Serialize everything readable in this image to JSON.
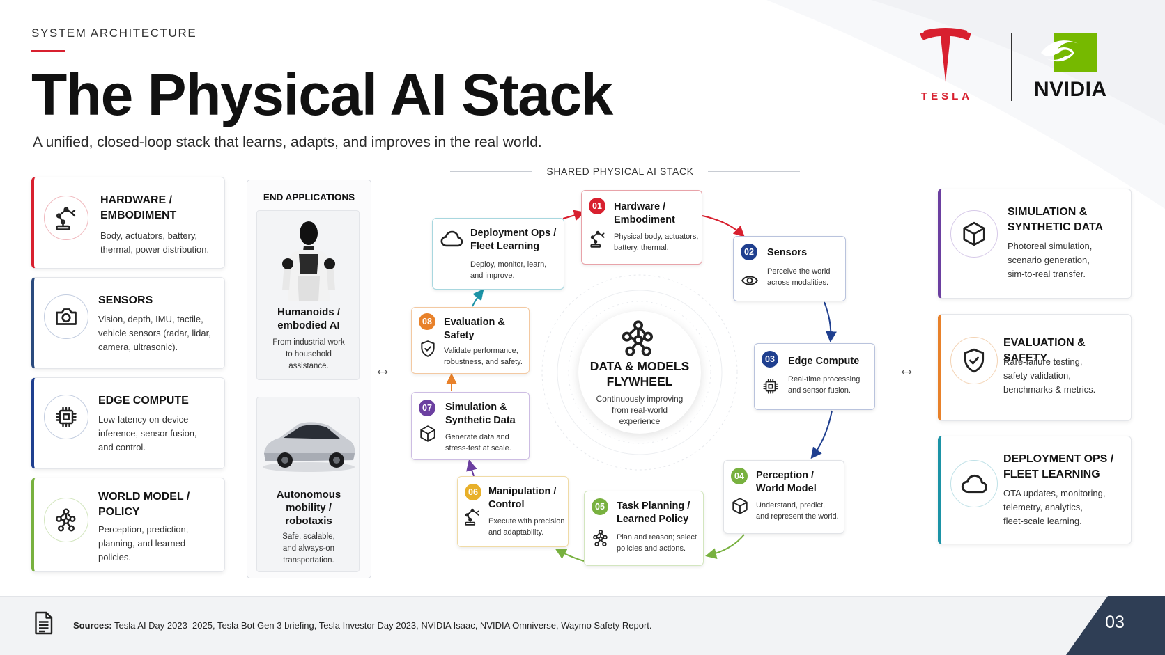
{
  "header": {
    "eyebrow": "SYSTEM ARCHITECTURE",
    "title": "The Physical AI Stack",
    "subtitle": "A unified, closed-loop stack that learns, adapts, and improves in the real world."
  },
  "logos": {
    "tesla": "TESLA",
    "nvidia": "NVIDIA"
  },
  "colors": {
    "red": "#d8202f",
    "navy": "#2b4b7e",
    "blue": "#1f3f8f",
    "green": "#78b13f",
    "orange": "#e8812a",
    "purple": "#6b3fa0",
    "teal": "#1b93a6",
    "nvidia_green": "#76b900"
  },
  "left_cards": [
    {
      "title": "HARDWARE / EMBODIMENT",
      "title_lines": [
        "HARDWARE /",
        "EMBODIMENT"
      ],
      "desc_lines": [
        "Body, actuators, battery,",
        "thermal, power distribution."
      ],
      "icon": "robot-arm-icon"
    },
    {
      "title": "SENSORS",
      "title_lines": [
        "SENSORS"
      ],
      "desc_lines": [
        "Vision, depth, IMU, tactile,",
        "vehicle sensors (radar, lidar,",
        "camera, ultrasonic)."
      ],
      "icon": "camera-icon"
    },
    {
      "title": "EDGE COMPUTE",
      "title_lines": [
        "EDGE COMPUTE"
      ],
      "desc_lines": [
        "Low-latency on-device",
        "inference, sensor fusion,",
        "and control."
      ],
      "icon": "chip-icon"
    },
    {
      "title": "WORLD MODEL / POLICY",
      "title_lines": [
        "WORLD MODEL /",
        "POLICY"
      ],
      "desc_lines": [
        "Perception, prediction,",
        "planning, and learned",
        "policies."
      ],
      "icon": "network-icon"
    }
  ],
  "end_apps": {
    "title": "END APPLICATIONS",
    "items": [
      {
        "title_lines": [
          "Humanoids /",
          "embodied AI"
        ],
        "desc_lines": [
          "From industrial work",
          "to household",
          "assistance."
        ],
        "image": "humanoid-robot"
      },
      {
        "title_lines": [
          "Autonomous",
          "mobility /",
          "robotaxis"
        ],
        "desc_lines": [
          "Safe, scalable,",
          "and always-on",
          "transportation."
        ],
        "image": "robotaxi-car"
      }
    ]
  },
  "flywheel": {
    "label": "SHARED PHYSICAL AI STACK",
    "center": {
      "title_lines": [
        "DATA & MODELS",
        "FLYWHEEL"
      ],
      "desc_lines": [
        "Continuously improving",
        "from real-world",
        "experience"
      ],
      "icon": "network-icon"
    },
    "nodes": [
      {
        "num": "01",
        "title_lines": [
          "Hardware /",
          "Embodiment"
        ],
        "desc_lines": [
          "Physical body, actuators,",
          "battery, thermal."
        ],
        "icon": "robot-arm-icon"
      },
      {
        "num": "02",
        "title_lines": [
          "Sensors"
        ],
        "desc_lines": [
          "Perceive the world",
          "across modalities."
        ],
        "icon": "eye-icon"
      },
      {
        "num": "03",
        "title_lines": [
          "Edge Compute"
        ],
        "desc_lines": [
          "Real-time processing",
          "and sensor fusion."
        ],
        "icon": "chip-icon"
      },
      {
        "num": "04",
        "title_lines": [
          "Perception /",
          "World Model"
        ],
        "desc_lines": [
          "Understand, predict,",
          "and represent the world."
        ],
        "icon": "cube-icon"
      },
      {
        "num": "05",
        "title_lines": [
          "Task Planning /",
          "Learned Policy"
        ],
        "desc_lines": [
          "Plan and reason; select",
          "policies and actions."
        ],
        "icon": "network-icon"
      },
      {
        "num": "06",
        "title_lines": [
          "Manipulation /",
          "Control"
        ],
        "desc_lines": [
          "Execute with precision",
          "and adaptability."
        ],
        "icon": "robot-arm-icon"
      },
      {
        "num": "07",
        "title_lines": [
          "Simulation &",
          "Synthetic Data"
        ],
        "desc_lines": [
          "Generate data and",
          "stress-test at scale."
        ],
        "icon": "cube-icon"
      },
      {
        "num": "08",
        "title_lines": [
          "Evaluation &",
          "Safety"
        ],
        "desc_lines": [
          "Validate performance,",
          "robustness, and safety."
        ],
        "icon": "shield-icon"
      },
      {
        "num": "",
        "title_lines": [
          "Deployment Ops /",
          "Fleet Learning"
        ],
        "desc_lines": [
          "Deploy, monitor, learn,",
          "and improve."
        ],
        "icon": "cloud-icon"
      }
    ]
  },
  "right_cards": [
    {
      "title_lines": [
        "SIMULATION &",
        "SYNTHETIC DATA"
      ],
      "desc_lines": [
        "Photoreal simulation,",
        "scenario generation,",
        "sim-to-real transfer."
      ],
      "icon": "cube-icon"
    },
    {
      "title_lines": [
        "EVALUATION & SAFETY"
      ],
      "desc_lines": [
        "Rare-failure testing,",
        "safety validation,",
        "benchmarks & metrics."
      ],
      "icon": "shield-icon"
    },
    {
      "title_lines": [
        "DEPLOYMENT OPS /",
        "FLEET LEARNING"
      ],
      "desc_lines": [
        "OTA updates, monitoring,",
        "telemetry, analytics,",
        "fleet-scale learning."
      ],
      "icon": "cloud-icon"
    }
  ],
  "connectors": {
    "left": "↔",
    "right": "↔"
  },
  "footer": {
    "sources_label": "Sources:",
    "sources_text": "Tesla AI Day 2023–2025, Tesla Bot Gen 3 briefing, Tesla Investor Day 2023, NVIDIA Isaac, NVIDIA Omniverse, Waymo Safety Report.",
    "page_number": "03",
    "icon": "document-icon"
  }
}
